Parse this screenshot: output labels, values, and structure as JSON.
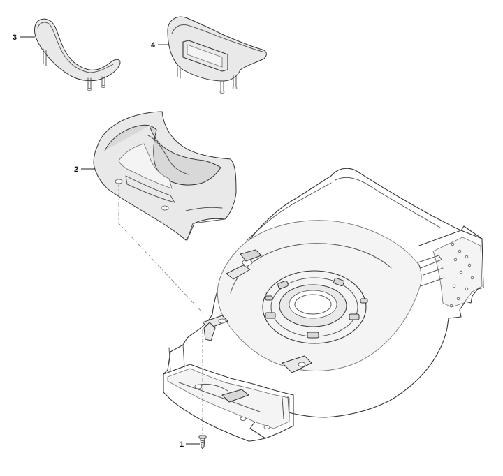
{
  "diagram": {
    "callouts": [
      {
        "id": "1",
        "label": "1"
      },
      {
        "id": "2",
        "label": "2"
      },
      {
        "id": "3",
        "label": "3"
      },
      {
        "id": "4",
        "label": "4"
      }
    ],
    "colors": {
      "line": "#555555",
      "fill": "#e9e9e9",
      "label": "#111111"
    }
  }
}
